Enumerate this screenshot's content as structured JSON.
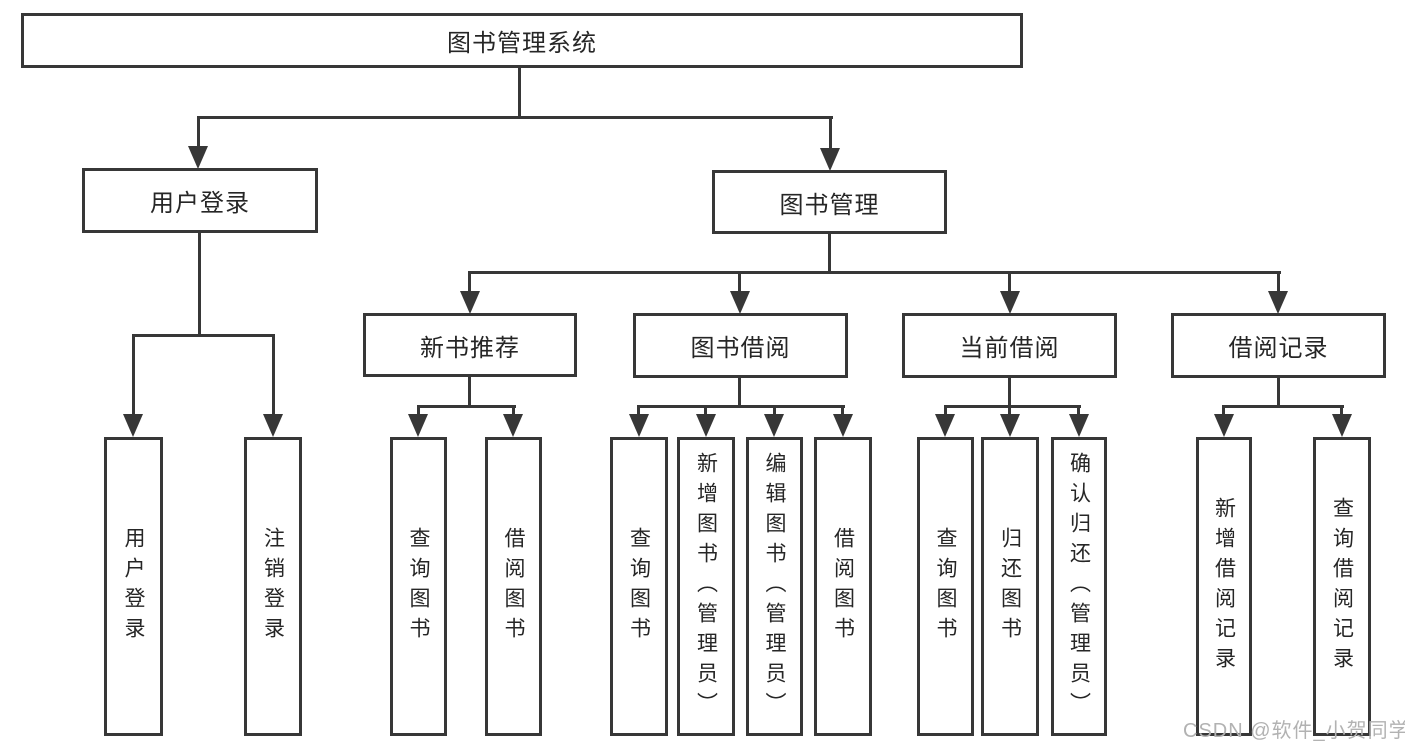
{
  "diagram": {
    "root": {
      "label": "图书管理系统"
    },
    "branches": [
      {
        "label": "用户登录",
        "children": [
          {
            "label": "用户登录"
          },
          {
            "label": "注销登录"
          }
        ]
      },
      {
        "label": "图书管理",
        "children": [
          {
            "label": "新书推荐",
            "children": [
              {
                "label": "查询图书"
              },
              {
                "label": "借阅图书"
              }
            ]
          },
          {
            "label": "图书借阅",
            "children": [
              {
                "label": "查询图书"
              },
              {
                "label": "新增图书（管理员）"
              },
              {
                "label": "编辑图书（管理员）"
              },
              {
                "label": "借阅图书"
              }
            ]
          },
          {
            "label": "当前借阅",
            "children": [
              {
                "label": "查询图书"
              },
              {
                "label": "归还图书"
              },
              {
                "label": "确认归还（管理员）"
              }
            ]
          },
          {
            "label": "借阅记录",
            "children": [
              {
                "label": "新增借阅记录"
              },
              {
                "label": "查询借阅记录"
              }
            ]
          }
        ]
      }
    ]
  },
  "watermark": "CSDN @软件_小贺同学",
  "colors": {
    "line": "#373737",
    "text": "#262626",
    "watermark": "#b2b2b2",
    "background": "#ffffff"
  }
}
